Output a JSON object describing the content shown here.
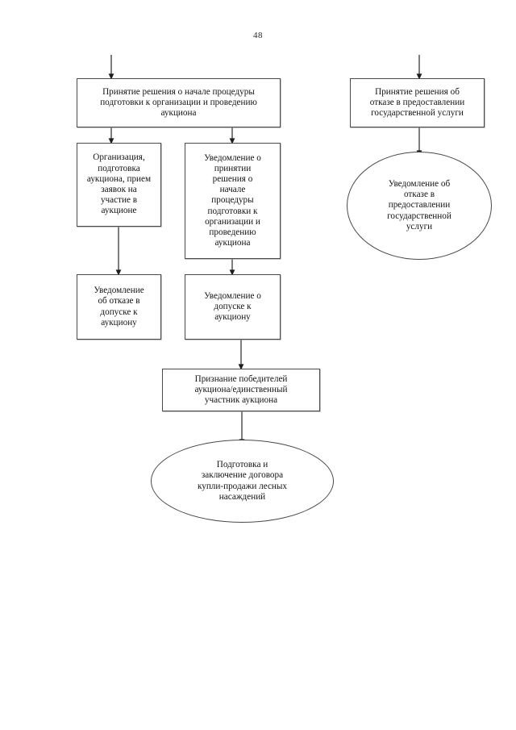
{
  "page": {
    "number": "48",
    "background_color": "#ffffff",
    "line_color": "#4a4a4a",
    "text_color": "#141414"
  },
  "diagram": {
    "type": "flowchart",
    "title": "",
    "nodes": [
      {
        "id": "decision-start",
        "shape": "rectangle",
        "label": "Принятие решения о начале процедуры\nподготовки к организации и проведению\nаукциона"
      },
      {
        "id": "organization",
        "shape": "rectangle",
        "label": "Организация,\nподготовка\nаукциона, прием\nзаявок на\nучастие в\nаукционе"
      },
      {
        "id": "notice-decision",
        "shape": "rectangle",
        "label": "Уведомление о\nпринятии\nрешения о\nначале\nпроцедуры\nподготовки к\nорганизации и\nпроведению\nаукциона"
      },
      {
        "id": "refusal-admit",
        "shape": "rectangle",
        "label": "Уведомление\nоб отказе в\nдопуске к\nаукциону"
      },
      {
        "id": "admit-auction",
        "shape": "rectangle",
        "label": "Уведомление о\nдопуске к\nаукциону"
      },
      {
        "id": "winners",
        "shape": "rectangle",
        "label": "Признание победителей\nаукциона/единственный\nучастник аукциона"
      },
      {
        "id": "contract",
        "shape": "ellipse",
        "label": "Подготовка и\nзаключение договора\nкупли-продажи лесных\nнасаждений"
      },
      {
        "id": "decision-refusal",
        "shape": "rectangle",
        "label": "Принятие решения об\nотказе в предоставлении\nгосударственной услуги"
      },
      {
        "id": "notice-refusal",
        "shape": "ellipse",
        "label": "Уведомление об\nотказе в\nпредоставлении\nгосударственной\nуслуги"
      }
    ],
    "edges": [
      {
        "from": "entry-left",
        "to": "decision-start"
      },
      {
        "from": "decision-start",
        "to": "organization"
      },
      {
        "from": "decision-start",
        "to": "notice-decision"
      },
      {
        "from": "organization",
        "to": "refusal-admit"
      },
      {
        "from": "notice-decision",
        "to": "admit-auction"
      },
      {
        "from": "admit-auction",
        "to": "winners"
      },
      {
        "from": "winners",
        "to": "contract"
      },
      {
        "from": "entry-right",
        "to": "decision-refusal"
      },
      {
        "from": "decision-refusal",
        "to": "notice-refusal"
      }
    ]
  }
}
